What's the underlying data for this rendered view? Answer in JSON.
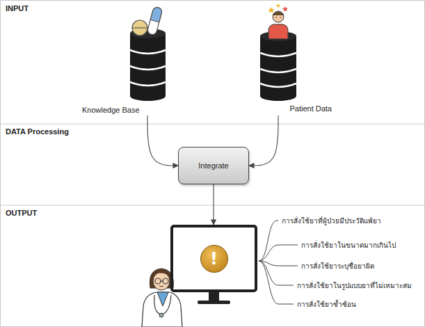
{
  "diagram": {
    "nodes": [
      {
        "text": [
          "Knowledge Base"
        ]
      },
      {
        "text": [
          "Patient Data"
        ]
      },
      {
        "text": [
          "Integrate"
        ]
      },
      {
        "text": [
          "!"
        ]
      }
    ],
    "edges": [
      {
        "from": 0,
        "to": 2,
        "arrow": "to"
      },
      {
        "from": 1,
        "to": 2,
        "arrow": "to"
      },
      {
        "from": 2,
        "to": 3,
        "arrow": "to"
      }
    ],
    "labels": [
      "INPUT",
      "DATA Processing",
      "OUTPUT",
      "การสั่งใช้ยาที่ผู้ป่วยมีประวัติแพ้ยา",
      "การสั่งใช้ยาในขนาดมากเกินไป",
      "การสั่งใช้ยาระบุชื่อยาผิด",
      "การสั่งใช้ยาในรูปแบบยาที่ไม่เหมาะสม",
      "การสั่งใช้ยาซ้ำซ้อน"
    ]
  }
}
